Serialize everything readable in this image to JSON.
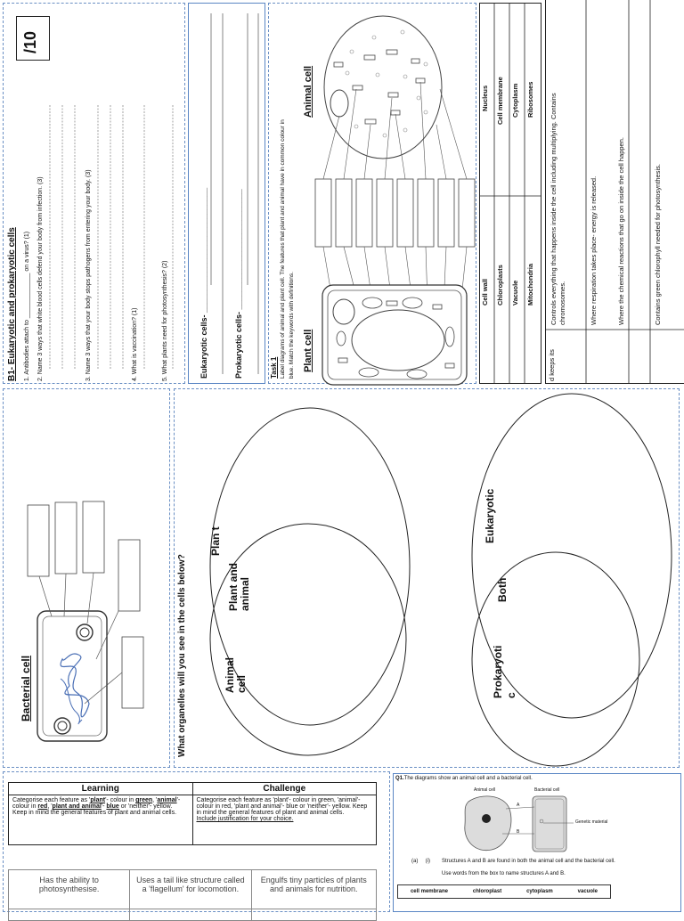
{
  "worksheet": {
    "title": "B1- Eukaryotic and prokaryotic cells",
    "score": "/10",
    "questions": [
      "1.   Antibodies attach to _____________ on a virus? (1)",
      "2. Name 3 ways that white blood cells defend your body from infection. (3)",
      "3. Name 3 ways that your body stops pathogens from entering your body. (3)",
      "4. What is vaccination? (1)",
      "5. What plants need for photosynthesis? (2)"
    ]
  },
  "cells_box": {
    "eukaryotic": "Eukaryotic cells- ____________________________",
    "prokaryotic": "Prokaryotic cells- ___________________________"
  },
  "task1": {
    "heading": "Task 1",
    "instructions_1": "Label diagrams of animal and plant cell. The features that plant and animal have in common colour in",
    "instructions_2": "blue. Match the keywords with definitions.",
    "animal_cell": "Animal cell",
    "plant_cell": "Plant cell"
  },
  "keywords": {
    "left": [
      "Cell wall",
      "Chloroplasts",
      "Vacuole",
      "Mitochondria"
    ],
    "right": [
      "Nucleus",
      "Cell membrane",
      "Cytoplasm",
      "Ribosomes"
    ]
  },
  "definitions": {
    "cut_text": "d keeps its",
    "items": [
      "Controls everything that happens inside the cell including multiplying. Contains",
      "chromosomes.",
      "Where respiration takes place- energy is released.",
      "Where the chemical reactions that go on inside the cell happen.",
      "Contains green chlorophyll needed for photosynthesis."
    ]
  },
  "bacterial": {
    "title": "Bacterial cell"
  },
  "venn": {
    "question": "What organelles will you see in the cells below?",
    "plant": "Plan t",
    "both_plant_animal": "Plant and animal",
    "animal": "Animal cell",
    "eukaryotic": "Eukaryotic",
    "both": "Both",
    "prokaryotic": "Prokaryoti c"
  },
  "learning": {
    "col1": "Learning",
    "col2": "Challenge",
    "learn_1": "Categorise each feature as '",
    "learn_plant": "plant",
    "learn_2": "'- colour in ",
    "learn_green": "green",
    "learn_3": ", '",
    "learn_animal": "animal",
    "learn_4": "'- colour in ",
    "learn_red": "red",
    "learn_5": ", '",
    "learn_pa": "plant and animal",
    "learn_6": "'- ",
    "learn_blue": "blue",
    "learn_7": " or 'neither'- yellow. Keep in mind the general features of plant and animal cells.",
    "challenge": "Categorise each feature as 'plant'- colour in green, 'animal'- colour in red, 'plant and animal'- blue or 'neither'- yellow. Keep in mind the general features of plant and animal cells.",
    "challenge_just": "Include justification for your choice."
  },
  "features": [
    "Has the ability to photosynthesise.",
    "Uses a tail like structure called a 'flagellum' for locomotion.",
    "Engulfs tiny particles of plants and animals for nutrition."
  ],
  "exam": {
    "q": "Q1.",
    "q_text": "The diagrams show an animal cell and a bacterial cell.",
    "animal_cell": "Animal cell",
    "bacterial_cell": "Bacterial cell",
    "label_a": "A",
    "label_b": "B",
    "genetic": "Genetic material",
    "part": "(a)     (i)",
    "part_text": "Structures A and B are found in both the animal cell and the bacterial cell.",
    "use_words": "Use words from the box to name structures A and B.",
    "words": [
      "cell membrane",
      "chloroplast",
      "cytoplasm",
      "vacuole"
    ]
  }
}
